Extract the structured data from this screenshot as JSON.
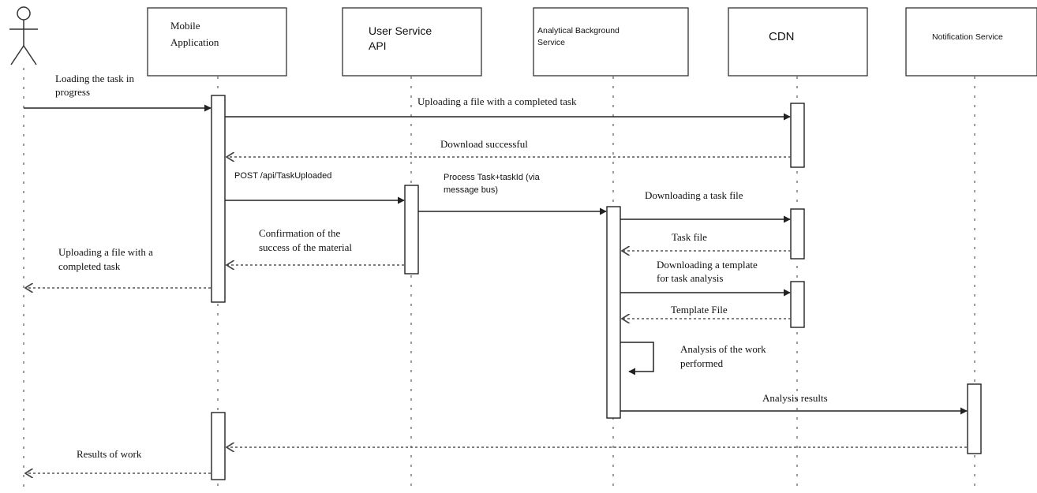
{
  "actor": {
    "label": ""
  },
  "participants": {
    "mobile": {
      "line1": "Mobile",
      "line2": "Application"
    },
    "user_service": {
      "line1": "User Service",
      "line2": "API"
    },
    "analytical": {
      "line1": "Analytical Background",
      "line2": "Service"
    },
    "cdn": {
      "label": "CDN"
    },
    "notification": {
      "label": "Notification Service"
    }
  },
  "messages": {
    "m1": {
      "line1": "Loading the task in",
      "line2": "progress"
    },
    "m2": {
      "text": "Uploading a file with a completed task"
    },
    "m3": {
      "text": "Download successful"
    },
    "m4": {
      "text": "POST /api/TaskUploaded"
    },
    "m5": {
      "line1": "Process Task+taskId (via",
      "line2": "message bus)"
    },
    "m6": {
      "text": "Downloading a task file"
    },
    "m7": {
      "text": "Task file"
    },
    "m8": {
      "line1": "Confirmation of the",
      "line2": "success of the material"
    },
    "m9": {
      "line1": "Uploading a file with a",
      "line2": "completed task"
    },
    "m10": {
      "line1": "Downloading a template",
      "line2": "for task analysis"
    },
    "m11": {
      "text": "Template File"
    },
    "m12": {
      "line1": "Analysis of the work",
      "line2": "performed"
    },
    "m13": {
      "text": "Analysis results"
    },
    "m14": {
      "text": "Results of work"
    }
  },
  "colors": {
    "line": "#222222",
    "background": "#ffffff"
  }
}
